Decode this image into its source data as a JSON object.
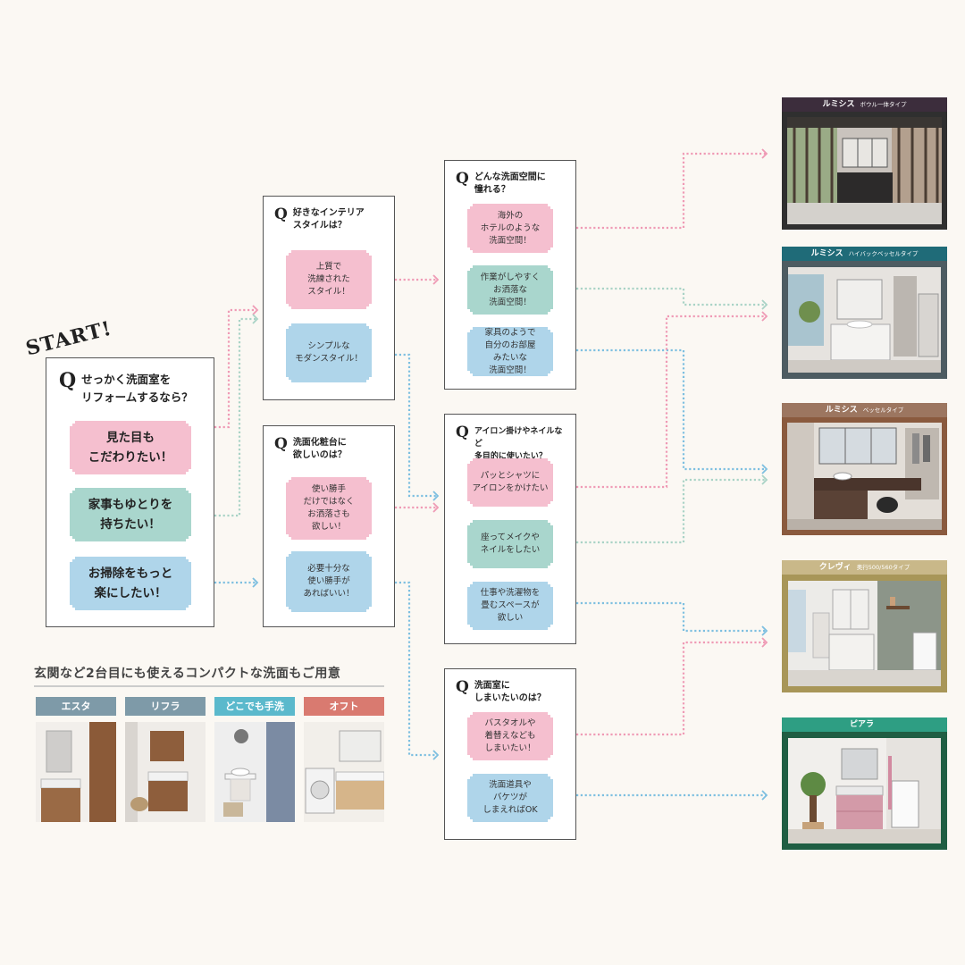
{
  "start_label": "START!",
  "colors": {
    "pink": "#f5bfcf",
    "green": "#a9d6cd",
    "blue": "#afd5ea",
    "pink_line": "#ef9ab5",
    "green_line": "#a9d3c6",
    "blue_line": "#7dbfe0"
  },
  "questions": {
    "q1": {
      "mark": "Q",
      "text": "せっかく洗面室を\nリフォームするなら？",
      "options": [
        {
          "text": "見た目も\nこだわりたい！",
          "color": "pink"
        },
        {
          "text": "家事もゆとりを\n持ちたい！",
          "color": "green"
        },
        {
          "text": "お掃除をもっと\n楽にしたい！",
          "color": "blue"
        }
      ]
    },
    "q2a": {
      "mark": "Q",
      "text": "好きなインテリア\nスタイルは？",
      "options": [
        {
          "text": "上質で\n洗練された\nスタイル！",
          "color": "pink"
        },
        {
          "text": "シンプルな\nモダンスタイル！",
          "color": "blue"
        }
      ]
    },
    "q2b": {
      "mark": "Q",
      "text": "洗面化粧台に\n欲しいのは？",
      "options": [
        {
          "text": "使い勝手\nだけではなく\nお洒落さも\n欲しい！",
          "color": "pink"
        },
        {
          "text": "必要十分な\n使い勝手が\nあればいい！",
          "color": "blue"
        }
      ]
    },
    "q3a": {
      "mark": "Q",
      "text": "どんな洗面空間に\n憧れる？",
      "options": [
        {
          "text": "海外の\nホテルのような\n洗面空間！",
          "color": "pink"
        },
        {
          "text": "作業がしやすく\nお洒落な\n洗面空間！",
          "color": "green"
        },
        {
          "text": "家具のようで\n自分のお部屋\nみたいな\n洗面空間！",
          "color": "blue"
        }
      ]
    },
    "q3b": {
      "mark": "Q",
      "text": "アイロン掛けやネイルなど\n多目的に使いたい？",
      "options": [
        {
          "text": "パッとシャツに\nアイロンをかけたい",
          "color": "pink"
        },
        {
          "text": "座ってメイクや\nネイルをしたい",
          "color": "green"
        },
        {
          "text": "仕事や洗濯物を\n畳むスペースが\n欲しい",
          "color": "blue"
        }
      ]
    },
    "q3c": {
      "mark": "Q",
      "text": "洗面室に\nしまいたいのは？",
      "options": [
        {
          "text": "バスタオルや\n着替えなども\nしまいたい！",
          "color": "pink"
        },
        {
          "text": "洗面道具や\nバケツが\nしまえればOK",
          "color": "blue"
        }
      ]
    }
  },
  "products": [
    {
      "name": "ルミシス",
      "sub": "ボウル一体タイプ",
      "color": "#3c2d3c",
      "frame": "#2f2f2f"
    },
    {
      "name": "ルミシス",
      "sub": "ハイバックベッセルタイプ",
      "color": "#1f6b78",
      "frame": "#4d5c62"
    },
    {
      "name": "ルミシス",
      "sub": "ベッセルタイプ",
      "color": "#9c7660",
      "frame": "#8a5a3e"
    },
    {
      "name": "クレヴィ",
      "sub": "奥行500/560タイプ",
      "color": "#c9b889",
      "frame": "#a89658"
    },
    {
      "name": "ピアラ",
      "sub": "",
      "color": "#2e9e83",
      "frame": "#1f5e43"
    }
  ],
  "compact": {
    "title": "玄関など2台目にも使えるコンパクトな洗面もご用意",
    "items": [
      {
        "label": "エスタ",
        "color": "#7e9aa8"
      },
      {
        "label": "リフラ",
        "color": "#7e9aa8"
      },
      {
        "label": "どこでも手洗",
        "color": "#5bb9cc"
      },
      {
        "label": "オフト",
        "color": "#d97a70"
      }
    ]
  }
}
